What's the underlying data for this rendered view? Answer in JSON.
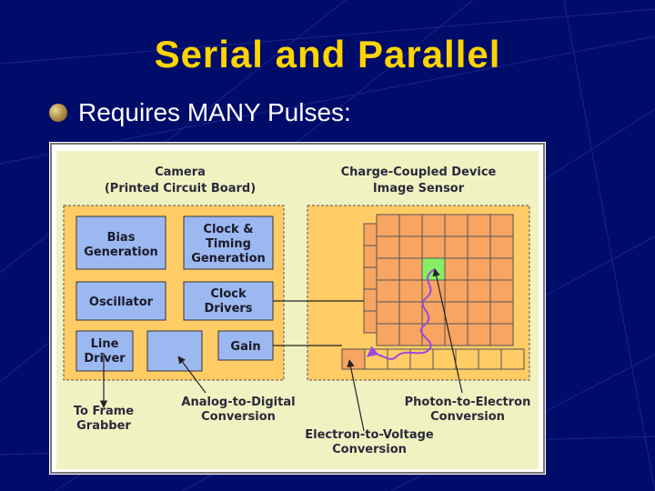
{
  "slide": {
    "title": "Serial and Parallel",
    "bullet": "Requires MANY Pulses:"
  },
  "diagram": {
    "camera_label": [
      "Camera",
      "(Printed Circuit Board)"
    ],
    "ccd_label": [
      "Charge-Coupled Device",
      "Image Sensor"
    ],
    "blocks": {
      "bias": [
        "Bias",
        "Generation"
      ],
      "clock_timing": [
        "Clock &",
        "Timing",
        "Generation"
      ],
      "oscillator": [
        "Oscillator"
      ],
      "clock_drivers": [
        "Clock",
        "Drivers"
      ],
      "line_driver": [
        "Line",
        "Driver"
      ],
      "gain": [
        "Gain"
      ]
    },
    "callouts": {
      "frame_grabber": [
        "To Frame",
        "Grabber"
      ],
      "adc": [
        "Analog-to-Digital",
        "Conversion"
      ],
      "photon": [
        "Photon-to-Electron",
        "Conversion"
      ],
      "e_to_v": [
        "Electron-to-Voltage",
        "Conversion"
      ]
    }
  },
  "colors": {
    "background": "#000c6a",
    "title": "#ffd400",
    "board": "#ffcc66",
    "board_inner": "#f0f0c0",
    "block": "#9cb8f0",
    "pixel": "#f7a560",
    "pixel_active": "#88ee66",
    "electron_path": "#9a4adf"
  }
}
